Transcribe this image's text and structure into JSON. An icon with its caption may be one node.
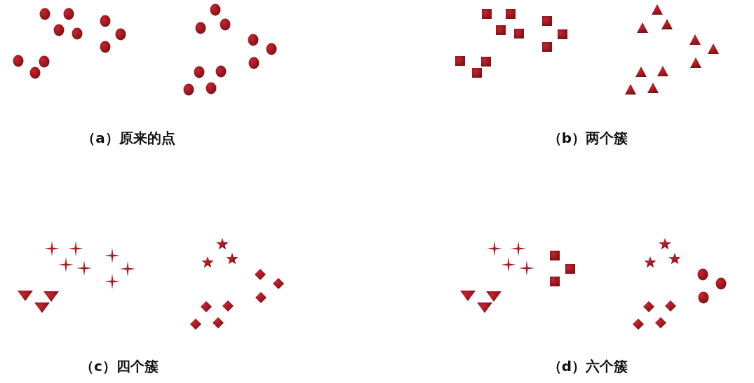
{
  "diagram": {
    "labels": [
      "（a）原来的点",
      "（b）两个簇",
      "（c）四个簇",
      "（d）六个簇"
    ]
  }
}
